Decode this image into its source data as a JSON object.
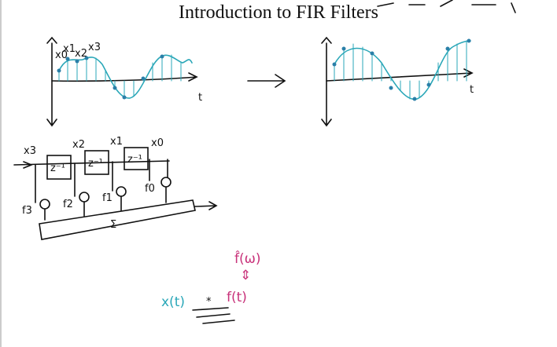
{
  "slide": {
    "title": "Introduction to FIR Filters",
    "top_scribble": "…"
  },
  "plots": {
    "axis_label": "t",
    "sample_labels": [
      "x0",
      "x1",
      "x2",
      "x3"
    ]
  },
  "filter_diagram": {
    "inputs": [
      "x3",
      "x2",
      "x1",
      "x0"
    ],
    "delay": "z⁻¹",
    "coefficients": [
      "f3",
      "f2",
      "f1",
      "f0"
    ],
    "sum": "Σ"
  },
  "notes": {
    "freq": "f̂(ω)",
    "arrow": "⇕",
    "signal": "x(t)",
    "conv": "*",
    "filter": "f(t)"
  },
  "colors": {
    "ink": "#111111",
    "cyan": "#2aa7b8",
    "pink": "#c8327a"
  }
}
